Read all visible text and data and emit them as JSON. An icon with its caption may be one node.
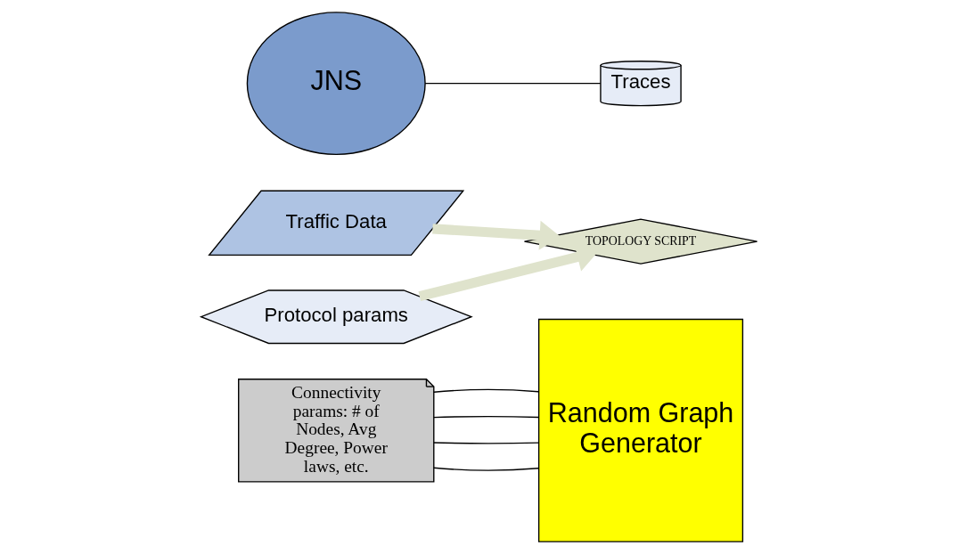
{
  "diagram": {
    "nodes": [
      {
        "text": [
          "Connectivity params: # of Nodes, Avg Degree, Power laws, etc."
        ]
      },
      {
        "text": [
          "Random Graph Generator"
        ]
      },
      {
        "text": [
          "Traffic Data"
        ]
      },
      {
        "text": [
          "TOPOLOGY SCRIPT"
        ]
      },
      {
        "text": [
          "JNS"
        ]
      },
      {
        "text": [
          "Protocol params"
        ]
      },
      {
        "text": [
          "Traces"
        ]
      }
    ],
    "edges": [
      {
        "from": 0,
        "to": 1,
        "arrow": "none"
      },
      {
        "from": 0,
        "to": 1,
        "arrow": "none"
      },
      {
        "from": 0,
        "to": 1,
        "arrow": "none"
      },
      {
        "from": 0,
        "to": 1,
        "arrow": "none"
      },
      {
        "from": 2,
        "to": 3,
        "arrow": "to",
        "style": "thick",
        "color": "#dfe3cc"
      },
      {
        "from": 5,
        "to": 3,
        "arrow": "to",
        "style": "thick",
        "color": "#dfe3cc"
      },
      {
        "from": 4,
        "to": 6,
        "arrow": "none"
      }
    ]
  }
}
